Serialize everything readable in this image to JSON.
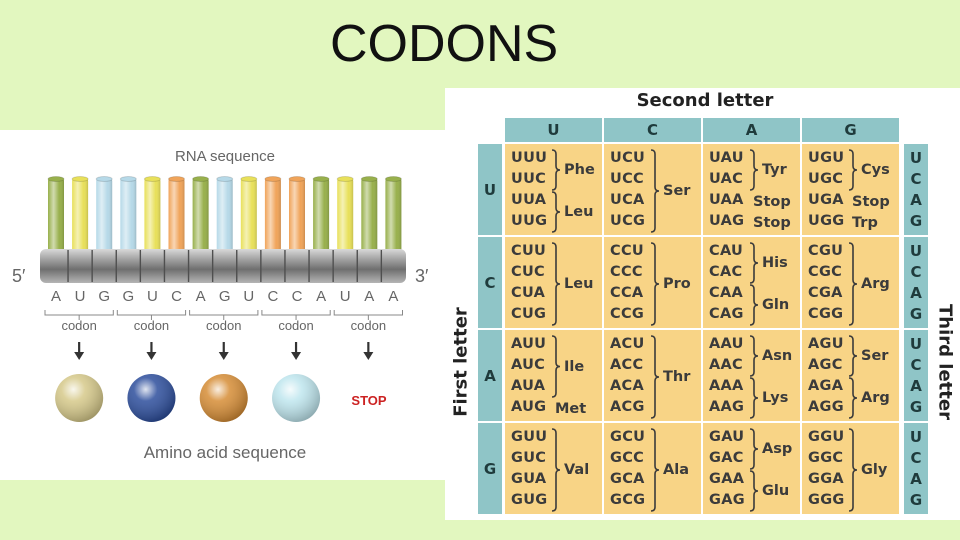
{
  "title": "CODONS",
  "rna": {
    "heading": "RNA sequence",
    "five_prime": "5′",
    "three_prime": "3′",
    "bases": [
      "A",
      "U",
      "G",
      "G",
      "U",
      "C",
      "A",
      "G",
      "U",
      "C",
      "C",
      "A",
      "U",
      "A",
      "A"
    ],
    "codon_label": "codon",
    "stop_label": "STOP",
    "footer": "Amino acid sequence",
    "colors": {
      "A": "#98b04c",
      "U": "#e8e05a",
      "G": "#b6d9e8",
      "C": "#f0a45a"
    },
    "amino_colors": [
      "#d6c98a",
      "#2d4e9c",
      "#d68d36",
      "#bfe6ee"
    ],
    "stop_color": "#cc2222"
  },
  "table": {
    "second_letter_label": "Second letter",
    "first_letter_label": "First letter",
    "third_letter_label": "Third letter",
    "letters": [
      "U",
      "C",
      "A",
      "G"
    ],
    "third_letters": [
      "U",
      "C",
      "A",
      "G"
    ],
    "blocks": [
      [
        {
          "codons": [
            "UUU",
            "UUC",
            "UUA",
            "UUG"
          ],
          "groups": [
            {
              "from": 0,
              "to": 1,
              "aa": "Phe"
            },
            {
              "from": 2,
              "to": 3,
              "aa": "Leu"
            }
          ]
        },
        {
          "codons": [
            "UCU",
            "UCC",
            "UCA",
            "UCG"
          ],
          "groups": [
            {
              "from": 0,
              "to": 3,
              "aa": "Ser"
            }
          ]
        },
        {
          "codons": [
            "UAU",
            "UAC",
            "UAA",
            "UAG"
          ],
          "groups": [
            {
              "from": 0,
              "to": 1,
              "aa": "Tyr"
            },
            {
              "from": 2,
              "to": 2,
              "aa": "Stop",
              "single": true
            },
            {
              "from": 3,
              "to": 3,
              "aa": "Stop",
              "single": true
            }
          ]
        },
        {
          "codons": [
            "UGU",
            "UGC",
            "UGA",
            "UGG"
          ],
          "groups": [
            {
              "from": 0,
              "to": 1,
              "aa": "Cys"
            },
            {
              "from": 2,
              "to": 2,
              "aa": "Stop",
              "single": true
            },
            {
              "from": 3,
              "to": 3,
              "aa": "Trp",
              "single": true
            }
          ]
        }
      ],
      [
        {
          "codons": [
            "CUU",
            "CUC",
            "CUA",
            "CUG"
          ],
          "groups": [
            {
              "from": 0,
              "to": 3,
              "aa": "Leu"
            }
          ]
        },
        {
          "codons": [
            "CCU",
            "CCC",
            "CCA",
            "CCG"
          ],
          "groups": [
            {
              "from": 0,
              "to": 3,
              "aa": "Pro"
            }
          ]
        },
        {
          "codons": [
            "CAU",
            "CAC",
            "CAA",
            "CAG"
          ],
          "groups": [
            {
              "from": 0,
              "to": 1,
              "aa": "His"
            },
            {
              "from": 2,
              "to": 3,
              "aa": "Gln"
            }
          ]
        },
        {
          "codons": [
            "CGU",
            "CGC",
            "CGA",
            "CGG"
          ],
          "groups": [
            {
              "from": 0,
              "to": 3,
              "aa": "Arg"
            }
          ]
        }
      ],
      [
        {
          "codons": [
            "AUU",
            "AUC",
            "AUA",
            "AUG"
          ],
          "groups": [
            {
              "from": 0,
              "to": 2,
              "aa": "Ile"
            },
            {
              "from": 3,
              "to": 3,
              "aa": "Met",
              "single": true
            }
          ]
        },
        {
          "codons": [
            "ACU",
            "ACC",
            "ACA",
            "ACG"
          ],
          "groups": [
            {
              "from": 0,
              "to": 3,
              "aa": "Thr"
            }
          ]
        },
        {
          "codons": [
            "AAU",
            "AAC",
            "AAA",
            "AAG"
          ],
          "groups": [
            {
              "from": 0,
              "to": 1,
              "aa": "Asn"
            },
            {
              "from": 2,
              "to": 3,
              "aa": "Lys"
            }
          ]
        },
        {
          "codons": [
            "AGU",
            "AGC",
            "AGA",
            "AGG"
          ],
          "groups": [
            {
              "from": 0,
              "to": 1,
              "aa": "Ser"
            },
            {
              "from": 2,
              "to": 3,
              "aa": "Arg"
            }
          ]
        }
      ],
      [
        {
          "codons": [
            "GUU",
            "GUC",
            "GUA",
            "GUG"
          ],
          "groups": [
            {
              "from": 0,
              "to": 3,
              "aa": "Val"
            }
          ]
        },
        {
          "codons": [
            "GCU",
            "GCC",
            "GCA",
            "GCG"
          ],
          "groups": [
            {
              "from": 0,
              "to": 3,
              "aa": "Ala"
            }
          ]
        },
        {
          "codons": [
            "GAU",
            "GAC",
            "GAA",
            "GAG"
          ],
          "groups": [
            {
              "from": 0,
              "to": 1,
              "aa": "Asp"
            },
            {
              "from": 2,
              "to": 3,
              "aa": "Glu"
            }
          ]
        },
        {
          "codons": [
            "GGU",
            "GGC",
            "GGA",
            "GGG"
          ],
          "groups": [
            {
              "from": 0,
              "to": 3,
              "aa": "Gly"
            }
          ]
        }
      ]
    ]
  }
}
